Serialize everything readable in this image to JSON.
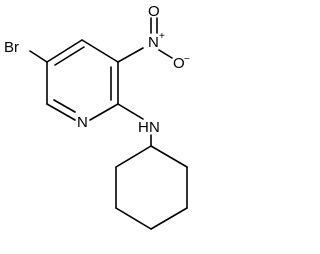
{
  "molecule": {
    "atoms": {
      "br": "Br",
      "ring_n": "N",
      "nitro_n": "N",
      "nitro_n_charge": "+",
      "nitro_o_top": "O",
      "nitro_o_right": "O",
      "nitro_o_right_charge": "−",
      "amine_n": "N",
      "amine_h": "H"
    },
    "colors": {
      "bond": "#000000",
      "text": "#000000",
      "background": "#ffffff"
    }
  }
}
